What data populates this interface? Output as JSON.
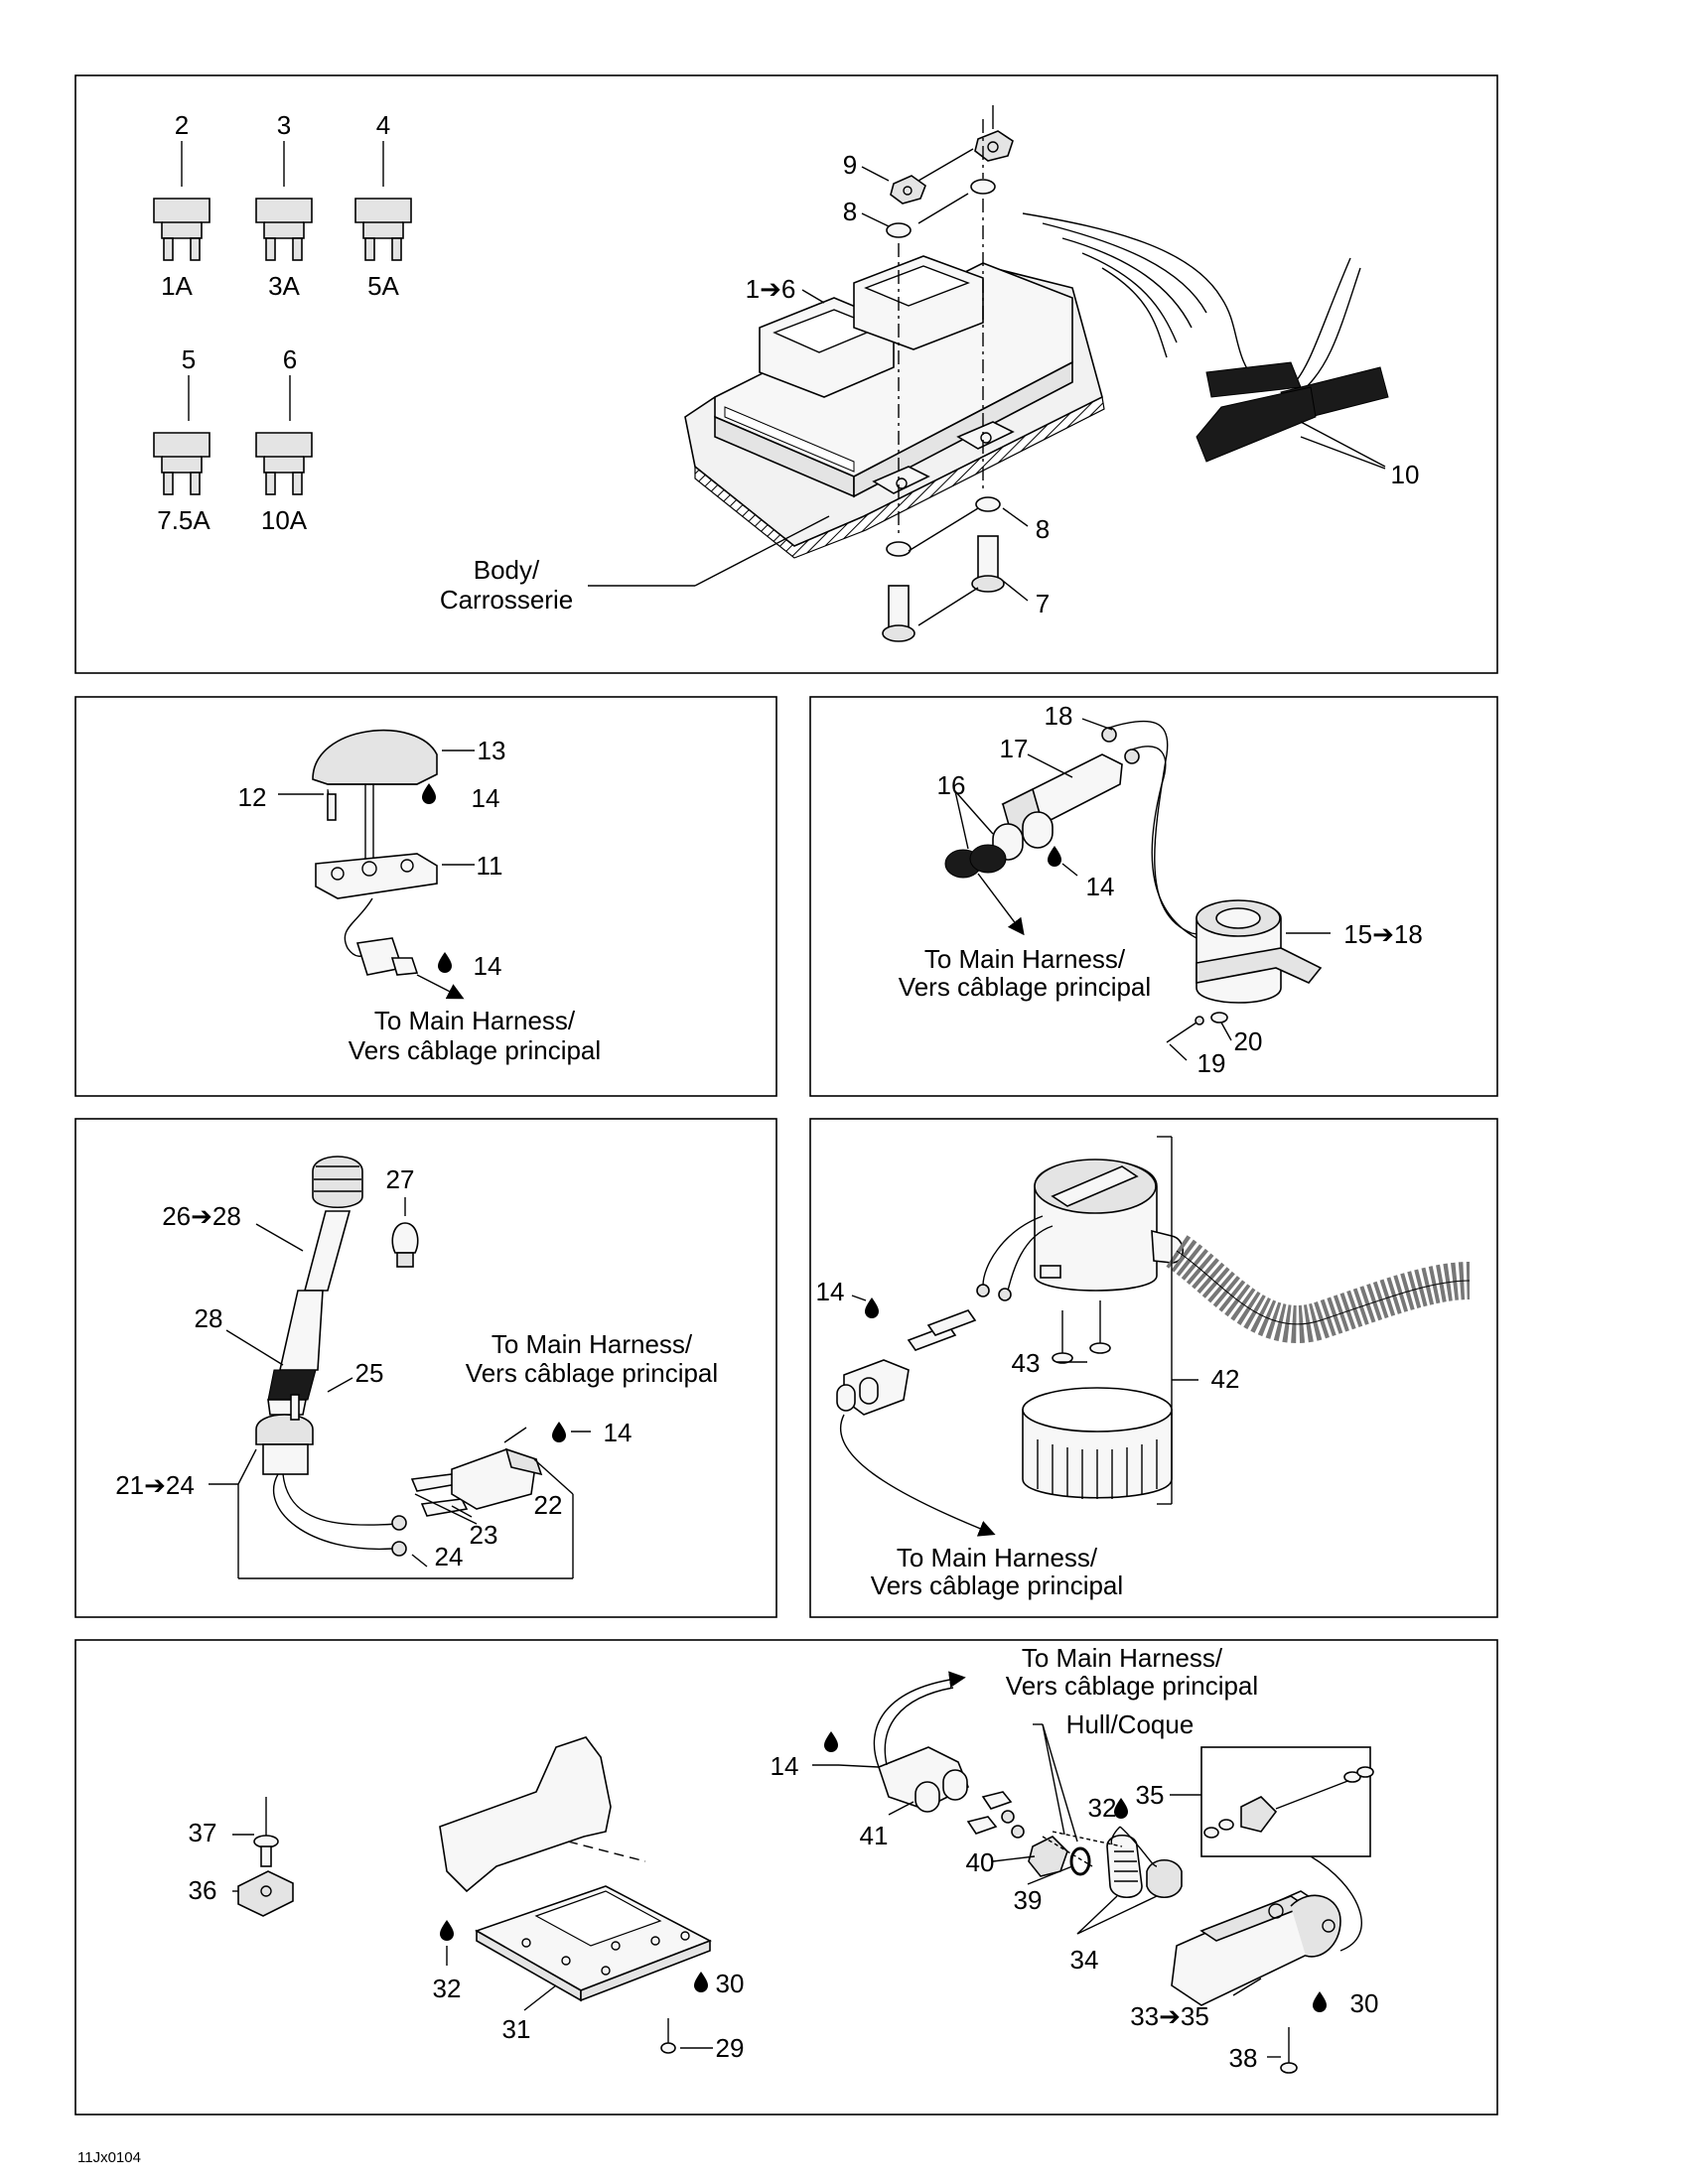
{
  "figure_code": "11Jx0104",
  "panels": [
    {
      "id": "fuse-box",
      "callouts": [
        "2",
        "3",
        "4",
        "5",
        "6",
        "9",
        "8",
        "1➔6",
        "10",
        "8",
        "7"
      ],
      "fuse_ratings": [
        "1A",
        "3A",
        "5A",
        "7.5A",
        "10A"
      ],
      "text": [
        "Body/",
        "Carrosserie"
      ]
    },
    {
      "id": "light",
      "callouts": [
        "13",
        "12",
        "14",
        "11",
        "14"
      ],
      "text": [
        "To Main Harness/",
        "Vers câblage principal"
      ]
    },
    {
      "id": "sensor",
      "callouts": [
        "18",
        "17",
        "16",
        "14",
        "15➔18",
        "20",
        "19"
      ],
      "text": [
        "To Main Harness/",
        "Vers câblage principal"
      ]
    },
    {
      "id": "navigation-light",
      "callouts": [
        "27",
        "26➔28",
        "28",
        "25",
        "21➔24",
        "14",
        "22",
        "23",
        "24"
      ],
      "text": [
        "To Main Harness/",
        "Vers câblage principal"
      ]
    },
    {
      "id": "bilge-pump",
      "callouts": [
        "14",
        "43",
        "42"
      ],
      "text": [
        "To Main Harness/",
        "Vers câblage principal"
      ]
    },
    {
      "id": "speed-sensor",
      "callouts": [
        "37",
        "36",
        "32",
        "31",
        "30",
        "29",
        "14",
        "41",
        "40",
        "39",
        "32",
        "34",
        "35",
        "33➔35",
        "30",
        "38"
      ],
      "text": [
        "To Main Harness/",
        "Vers câblage principal",
        "Hull/Coque"
      ]
    }
  ]
}
